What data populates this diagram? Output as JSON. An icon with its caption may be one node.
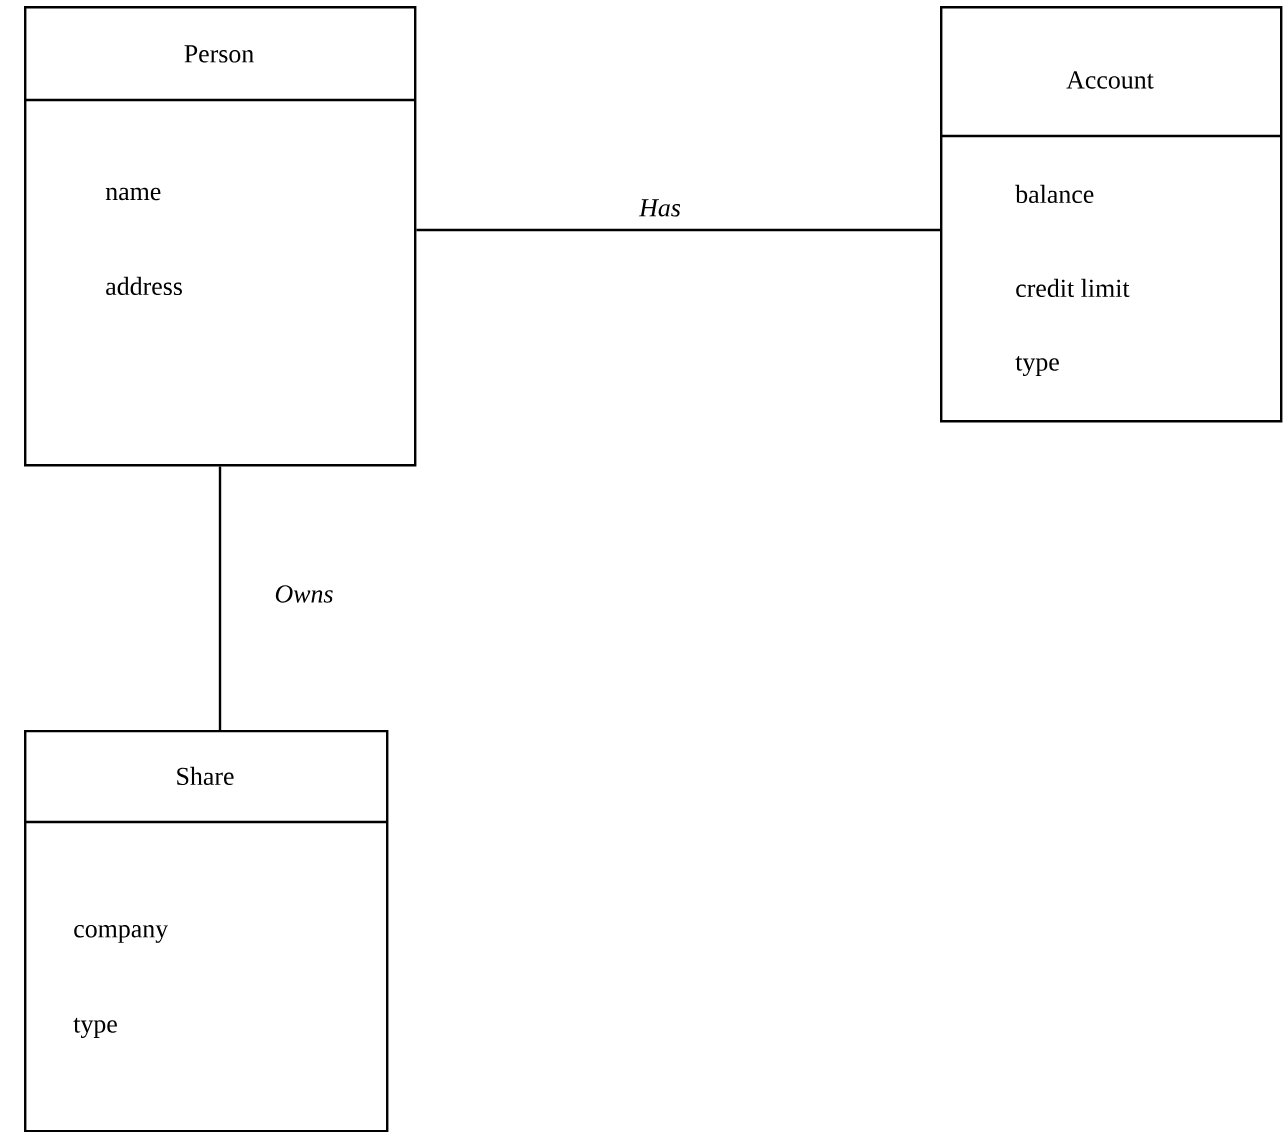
{
  "diagram": {
    "nodes": [
      {
        "text": [
          "Person",
          "name",
          "address"
        ]
      },
      {
        "text": [
          "Account",
          "balance",
          "credit limit",
          "type"
        ]
      },
      {
        "text": [
          "Share",
          "company",
          "type"
        ]
      }
    ],
    "edges": [
      {
        "from": 0,
        "to": 1,
        "arrow": "none",
        "label": "Has"
      },
      {
        "from": 0,
        "to": 2,
        "arrow": "none",
        "label": "Owns"
      }
    ]
  }
}
